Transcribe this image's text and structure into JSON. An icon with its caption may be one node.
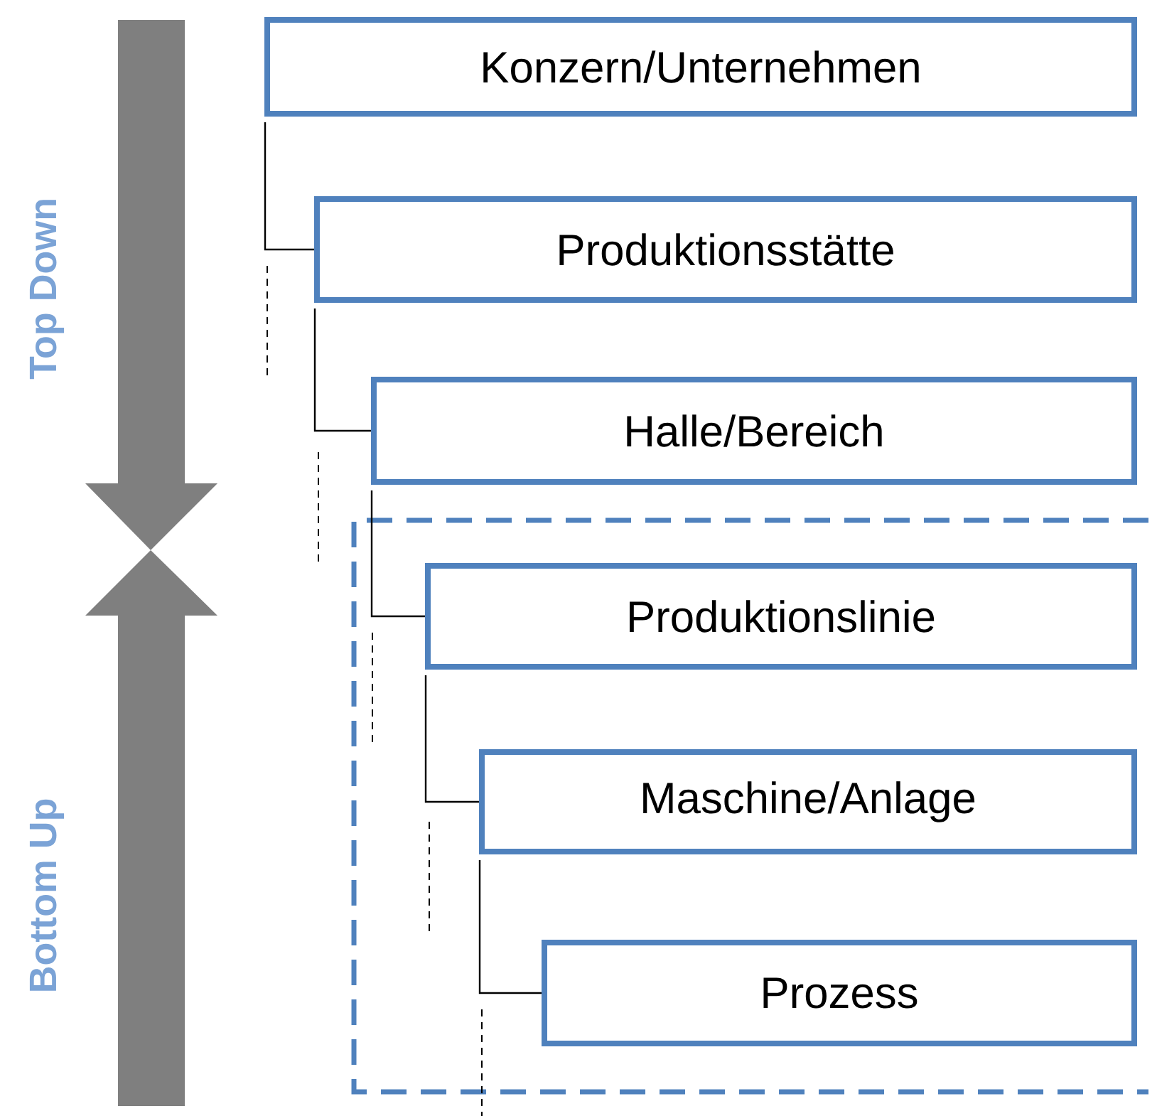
{
  "diagram": {
    "nodes": [
      {
        "text": [
          "Konzern/Unternehmen"
        ]
      },
      {
        "text": [
          "Produktionsstätte"
        ]
      },
      {
        "text": [
          "Halle/Bereich"
        ]
      },
      {
        "text": [
          "Produktionslinie"
        ]
      },
      {
        "text": [
          "Maschine/Anlage"
        ]
      },
      {
        "text": [
          "Prozess"
        ]
      }
    ],
    "edges": [
      {
        "from": 0,
        "to": 1,
        "arrow": "none"
      },
      {
        "from": 1,
        "to": 2,
        "arrow": "none"
      },
      {
        "from": 2,
        "to": 3,
        "arrow": "none"
      },
      {
        "from": 3,
        "to": 4,
        "arrow": "none"
      },
      {
        "from": 4,
        "to": 5,
        "arrow": "none"
      }
    ],
    "labels": [
      "Top Down",
      "Bottom Up"
    ]
  }
}
